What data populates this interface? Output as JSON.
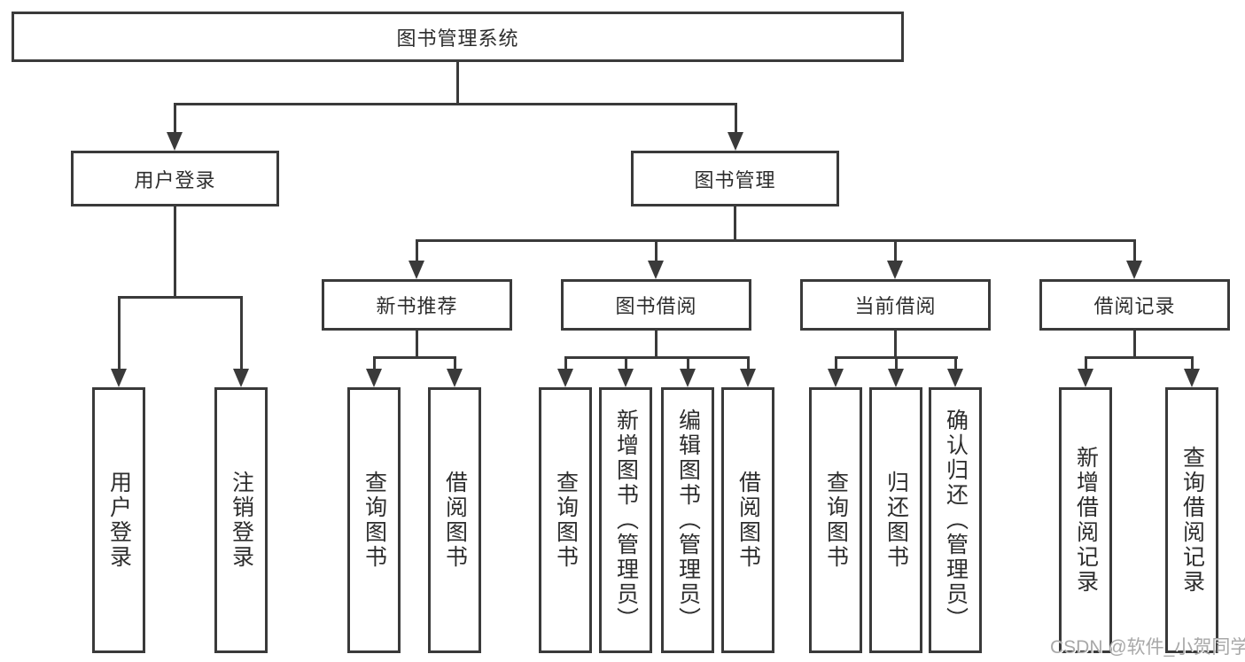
{
  "tree": {
    "label": "图书管理系统",
    "children": [
      {
        "label": "用户登录",
        "children": [
          {
            "label": "用户登录"
          },
          {
            "label": "注销登录"
          }
        ]
      },
      {
        "label": "图书管理",
        "children": [
          {
            "label": "新书推荐",
            "children": [
              {
                "label": "查询图书"
              },
              {
                "label": "借阅图书"
              }
            ]
          },
          {
            "label": "图书借阅",
            "children": [
              {
                "label": "查询图书"
              },
              {
                "label": "新增图书（管理员）"
              },
              {
                "label": "编辑图书（管理员）"
              },
              {
                "label": "借阅图书"
              }
            ]
          },
          {
            "label": "当前借阅",
            "children": [
              {
                "label": "查询图书"
              },
              {
                "label": "归还图书"
              },
              {
                "label": "确认归还（管理员）"
              }
            ]
          },
          {
            "label": "借阅记录",
            "children": [
              {
                "label": "新增借阅记录"
              },
              {
                "label": "查询借阅记录"
              }
            ]
          }
        ]
      }
    ]
  },
  "watermark": "CSDN @软件_小贺同学",
  "colors": {
    "line": "#3a3a3a",
    "text": "#2d2d2d",
    "watermark": "#a8a8a8",
    "background": "#ffffff"
  }
}
